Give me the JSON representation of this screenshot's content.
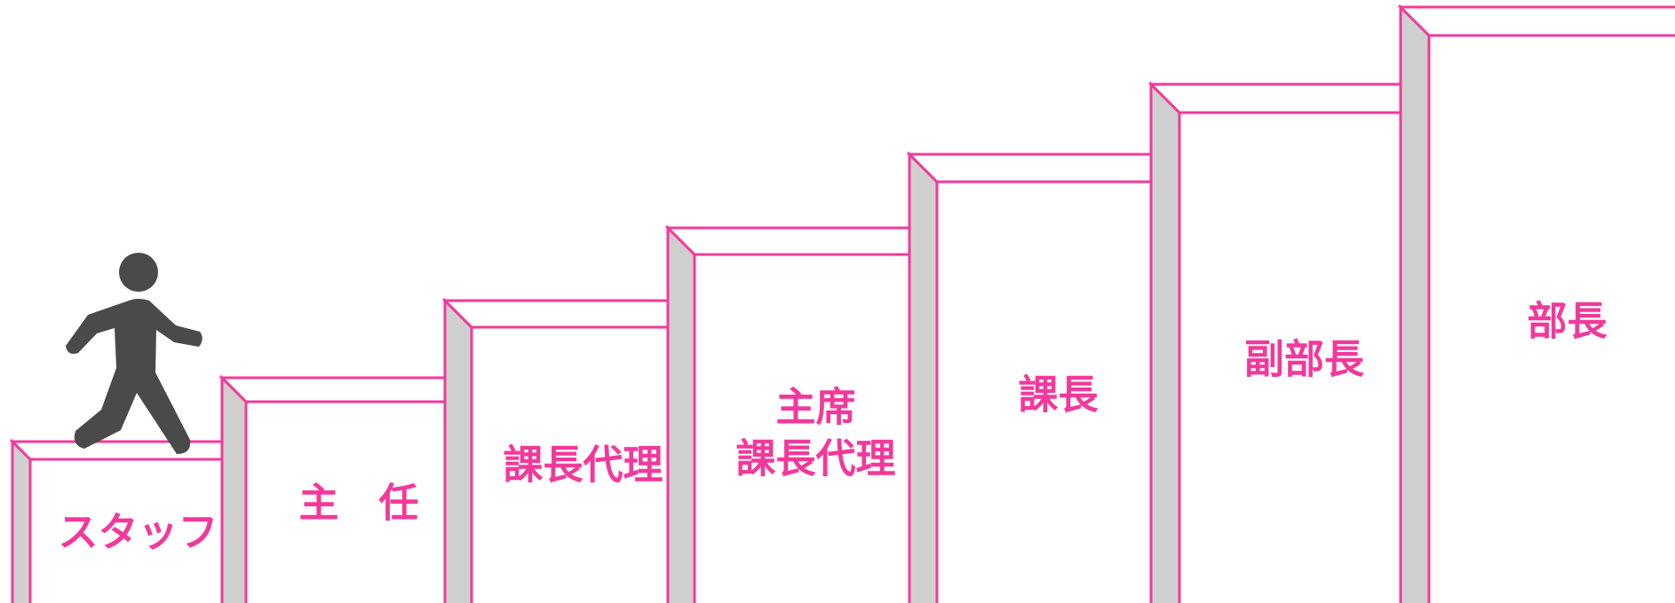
{
  "colors": {
    "accent": "#F2399B",
    "side_face": "#CFCFCF",
    "figure": "#4A4A4A",
    "background": "#FFFFFF"
  },
  "steps": [
    {
      "id": "staff",
      "label_lines": [
        "スタッフ"
      ]
    },
    {
      "id": "shunin",
      "label_lines": [
        "主　任"
      ]
    },
    {
      "id": "kacho-dairi",
      "label_lines": [
        "課長代理"
      ]
    },
    {
      "id": "shuseki-kacho-dairi",
      "label_lines": [
        "主席",
        "課長代理"
      ]
    },
    {
      "id": "kacho",
      "label_lines": [
        "課長"
      ]
    },
    {
      "id": "fukubucho",
      "label_lines": [
        "副部長"
      ]
    },
    {
      "id": "bucho",
      "label_lines": [
        "部長"
      ]
    }
  ],
  "figure": {
    "icon": "walking-person-icon"
  }
}
